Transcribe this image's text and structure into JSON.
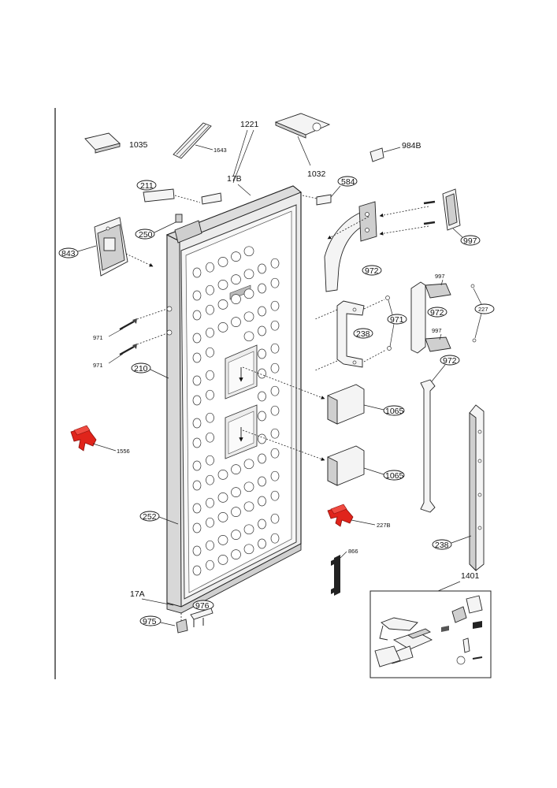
{
  "diagram": {
    "accent_color": "#e0241b",
    "labels": {
      "p1035": "1035",
      "p1643": "1643",
      "p1221": "1221",
      "p1032": "1032",
      "p984b": "984B",
      "p211": "211",
      "p17b": "17B",
      "p584": "584",
      "p250": "250",
      "p843": "843",
      "p997a": "997",
      "p972a": "972",
      "p997b": "997",
      "p972b": "972",
      "p997c": "997",
      "p227": "227",
      "p971a": "971",
      "p971b": "971",
      "p971c": "971",
      "p238a": "238",
      "p210": "210",
      "p972c": "972",
      "p1065a": "1065",
      "p1065b": "1065",
      "p1556": "1556",
      "p227b": "227B",
      "p252": "252",
      "p866": "866",
      "p238b": "238",
      "p1401": "1401",
      "p17a": "17A",
      "p976": "976",
      "p975": "975"
    }
  }
}
